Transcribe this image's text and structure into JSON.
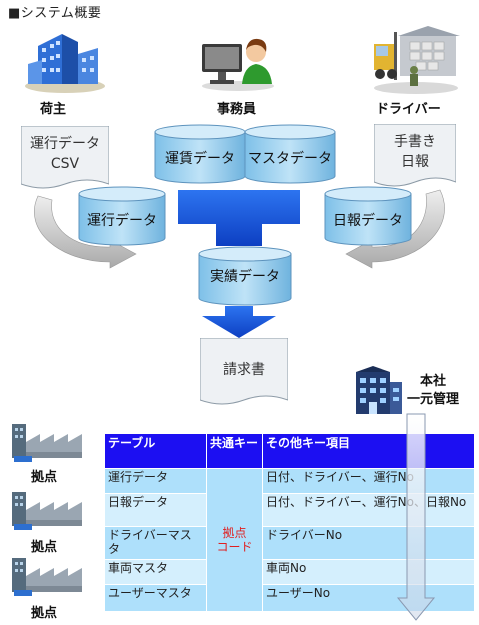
{
  "title": "■システム概要",
  "roles": {
    "shipper": "荷主",
    "office": "事務員",
    "driver": "ドライバー"
  },
  "documents": {
    "operation_csv": [
      "運行データ",
      "CSV"
    ],
    "handwritten_report": [
      "手書き",
      "日報"
    ],
    "invoice": "請求書"
  },
  "databases": {
    "fare": "運賃データ",
    "master": "マスタデータ",
    "operation": "運行データ",
    "daily_report": "日報データ",
    "actual": "実績データ"
  },
  "hq": {
    "line1": "本社",
    "line2": "一元管理"
  },
  "sites": [
    "拠点",
    "拠点",
    "拠点"
  ],
  "key_table": {
    "headers": [
      "テーブル",
      "共通キー",
      "その他キー項目"
    ],
    "shared_key": [
      "拠点",
      "コード"
    ],
    "rows": [
      {
        "table": "運行データ",
        "other": "日付、ドライバー、運行No"
      },
      {
        "table": "日報データ",
        "other": "日付、ドライバー、運行No、日報No"
      },
      {
        "table": "ドライバーマスタ",
        "other": "ドライバーNo"
      },
      {
        "table": "車両マスタ",
        "other": "車両No"
      },
      {
        "table": "ユーザーマスタ",
        "other": "ユーザーNo"
      }
    ]
  },
  "colors": {
    "flow_blue": "#1f5fe8",
    "cylinder": "#a9d4ef",
    "table_header": "#1c0ff2",
    "shared_key_text": "#e02020"
  },
  "icons": [
    "building-icon",
    "office-worker-icon",
    "truck-warehouse-icon",
    "hq-building-icon",
    "factory-icon"
  ]
}
